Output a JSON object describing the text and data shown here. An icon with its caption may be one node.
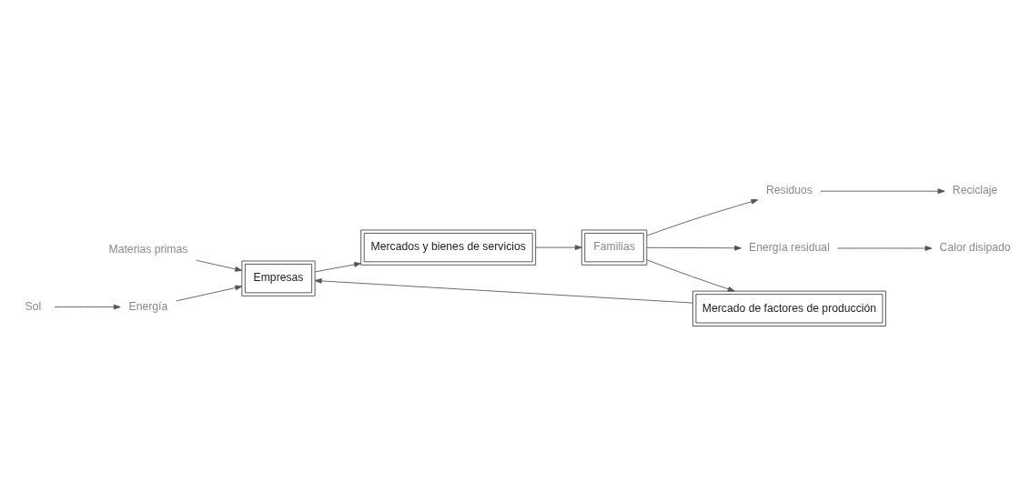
{
  "diagram": {
    "nodes": [
      {
        "text": [
          "Materias primas"
        ]
      },
      {
        "text": [
          "Reciclaje"
        ]
      },
      {
        "text": [
          "Residuos"
        ]
      },
      {
        "text": [
          "Mercados y bienes de servicios"
        ]
      },
      {
        "text": [
          "Empresas"
        ]
      },
      {
        "text": [
          "Familias"
        ]
      },
      {
        "text": [
          "Mercado de factores de producción"
        ]
      },
      {
        "text": [
          "Energía residual"
        ]
      },
      {
        "text": [
          "Calor disipado"
        ]
      },
      {
        "text": [
          "Sol"
        ]
      },
      {
        "text": [
          "Energía"
        ]
      }
    ],
    "edges": [
      {
        "from": 0,
        "to": 4,
        "arrow": "to"
      },
      {
        "from": 9,
        "to": 10,
        "arrow": "to"
      },
      {
        "from": 10,
        "to": 4,
        "arrow": "to"
      },
      {
        "from": 4,
        "to": 3,
        "arrow": "to"
      },
      {
        "from": 3,
        "to": 5,
        "arrow": "to"
      },
      {
        "from": 5,
        "to": 2,
        "arrow": "to"
      },
      {
        "from": 2,
        "to": 1,
        "arrow": "to"
      },
      {
        "from": 5,
        "to": 6,
        "arrow": "to"
      },
      {
        "from": 6,
        "to": 4,
        "arrow": "to"
      },
      {
        "from": 5,
        "to": 7,
        "arrow": "to"
      },
      {
        "from": 7,
        "to": 8,
        "arrow": "to"
      }
    ]
  }
}
